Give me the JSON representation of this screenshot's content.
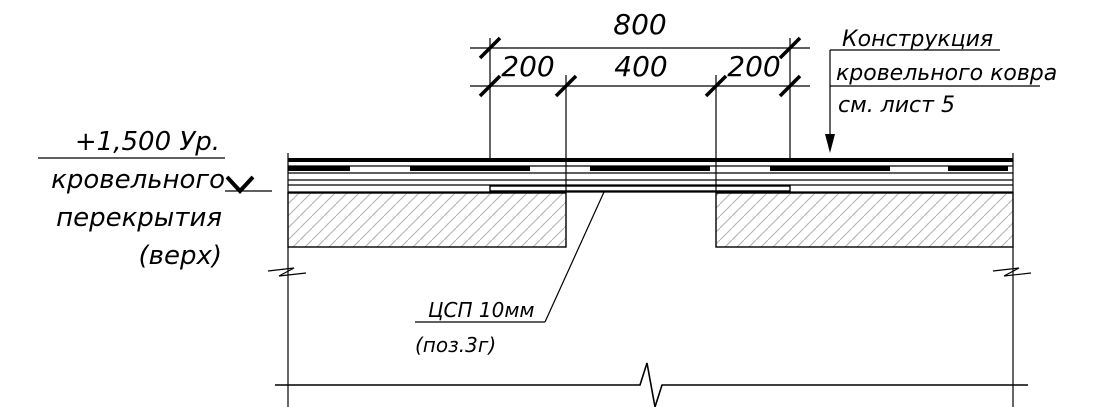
{
  "dimensions": {
    "overall": "800",
    "left": "200",
    "middle": "400",
    "right": "200"
  },
  "roof_note": {
    "line1": "Конструкция",
    "line2": "кровельного ковра",
    "line3": "см. лист 5"
  },
  "elevation": {
    "value": "+1,500 Ур.",
    "line2": "кровельного",
    "line3": "перекрытия",
    "line4": "(верх)"
  },
  "material_callout": {
    "line1": "ЦСП 10мм",
    "line2": "(поз.3г)"
  }
}
